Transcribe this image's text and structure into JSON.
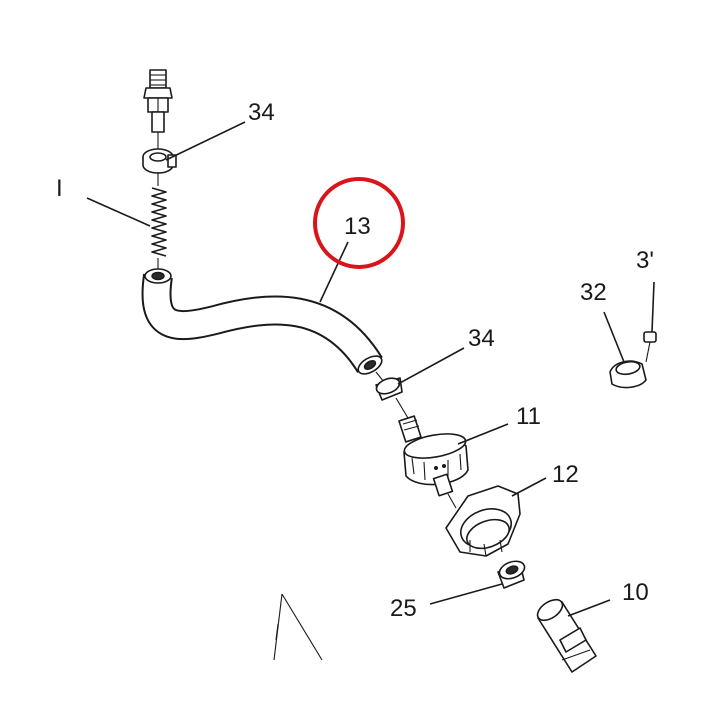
{
  "diagram": {
    "highlight_color": "#d9151b",
    "line_color": "#1a1a1a",
    "callouts": {
      "c34_top": "34",
      "c1_partial": "I",
      "c13": "13",
      "c3x_partial": "3'",
      "c32": "32",
      "c34_mid": "34",
      "c11": "11",
      "c12": "12",
      "c25": "25",
      "c10": "10"
    }
  }
}
